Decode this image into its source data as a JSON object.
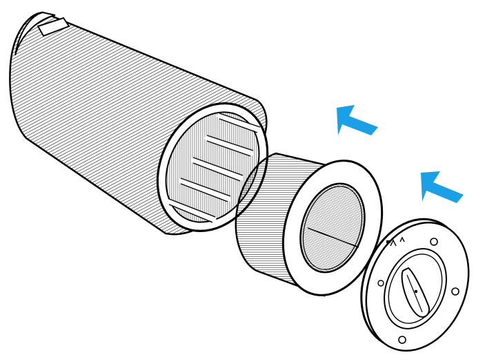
{
  "illustration": {
    "line_color": "#000000",
    "background_color": "#ffffff",
    "arrow_color": "#1aa0e6",
    "parts": [
      "outer-housing",
      "inner-filter-cartridge",
      "bottom-cover"
    ],
    "arrow_count": 2,
    "icons": [
      "arrow-right-icon"
    ]
  }
}
